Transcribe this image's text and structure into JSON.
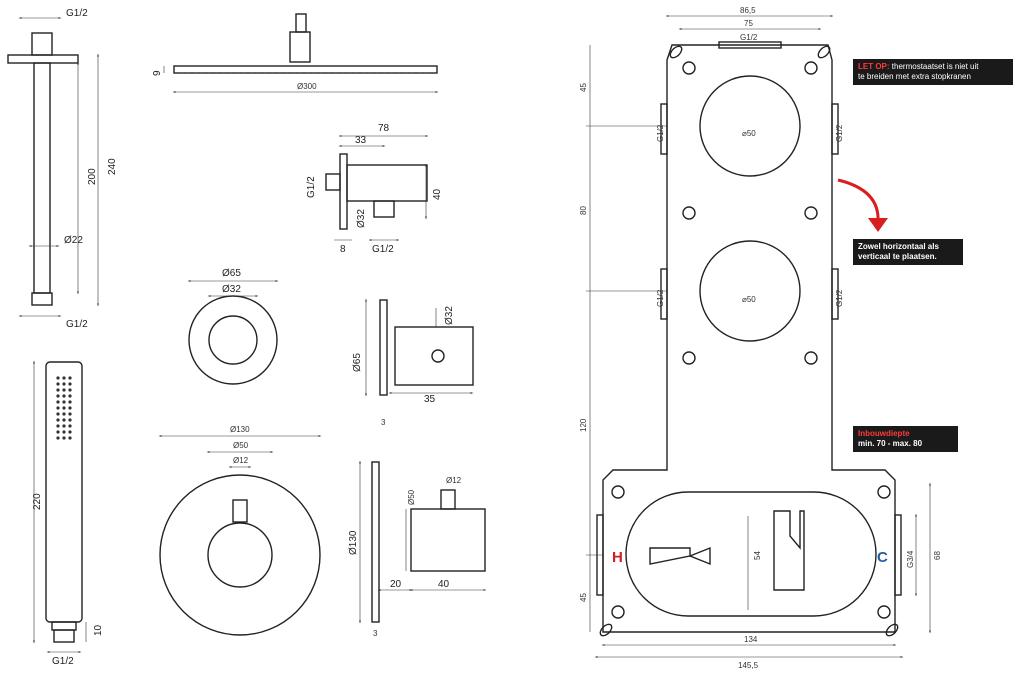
{
  "labels": {
    "arm_top_thread": "G1/2",
    "arm_len_inner": "200",
    "arm_len_outer": "240",
    "arm_dia": "Ø22",
    "arm_bottom_thread": "G1/2",
    "head_height": "9",
    "head_dia": "Ø300",
    "elbow_w_total": "78",
    "elbow_w_part": "33",
    "elbow_thread_side": "G1/2",
    "elbow_dia": "Ø32",
    "elbow_h": "40",
    "elbow_wall": "8",
    "elbow_thread_bottom": "G1/2",
    "rose_small_outer": "Ø65",
    "rose_small_inner": "Ø32",
    "valve_small_dia": "Ø32",
    "valve_small_rose": "Ø65",
    "valve_small_len": "35",
    "valve_small_wall": "3",
    "rose_large_outer": "Ø130",
    "rose_large_mid": "Ø50",
    "rose_large_spindle": "Ø12",
    "valve_large_spindle": "Ø12",
    "valve_large_body": "Ø50",
    "valve_large_rose": "Ø130",
    "valve_large_a": "20",
    "valve_large_b": "40",
    "valve_large_wall": "3",
    "handshower_len": "220",
    "handshower_neck": "10",
    "handshower_thread": "G1/2",
    "box_w_outer": "86,5",
    "box_w_inner": "75",
    "box_top_thread": "G1/2",
    "box_h_45_top": "45",
    "box_h_80": "80",
    "box_h_120": "120",
    "box_h_45_bottom": "45",
    "box_port_1_left": "G1/2",
    "box_port_1_right": "G1/2",
    "box_port_2_left": "G1/2",
    "box_port_2_right": "G1/2",
    "box_circle_1": "⌀50",
    "box_circle_2": "⌀50",
    "box_hot": "H",
    "box_cold": "C",
    "box_inner_h": "54",
    "box_thread_right": "G3/4",
    "box_h_right": "68",
    "box_w_134": "134",
    "box_w_145": "145,5"
  },
  "notes": {
    "warning_label": "LET OP:",
    "warning_text_1": "thermostaatset is niet uit",
    "warning_text_2": "te breiden met extra stopkranen",
    "orientation_1": "Zowel horizontaal als",
    "orientation_2": "verticaal te plaatsen.",
    "depth_title": "Inbouwdiepte",
    "depth_value": "min. 70 - max. 80"
  },
  "colors": {
    "line": "#222222",
    "hot": "#cc2222",
    "cold": "#1f5fa0",
    "arrow": "#d81e1e",
    "note_bg": "#1a1a1a",
    "note_highlight": "#ff3b3b"
  }
}
